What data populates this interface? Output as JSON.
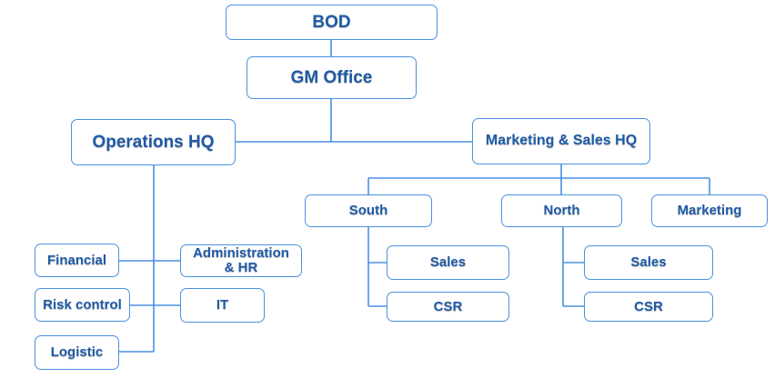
{
  "nodes": {
    "bod": "BOD",
    "gm_office": "GM Office",
    "operations_hq": "Operations HQ",
    "marketing_sales_hq": "Marketing & Sales HQ",
    "financial": "Financial",
    "administration_hr": [
      "Administration",
      "& HR"
    ],
    "risk_control": "Risk control",
    "it": "IT",
    "logistic": "Logistic",
    "south": "South",
    "north": "North",
    "marketing": "Marketing",
    "south_sales": "Sales",
    "south_csr": "CSR",
    "north_sales": "Sales",
    "north_csr": "CSR"
  },
  "colors": {
    "border": "#4a90e2",
    "line": "#4a90e2",
    "text": "#1f5aa6",
    "background": "#ffffff"
  }
}
